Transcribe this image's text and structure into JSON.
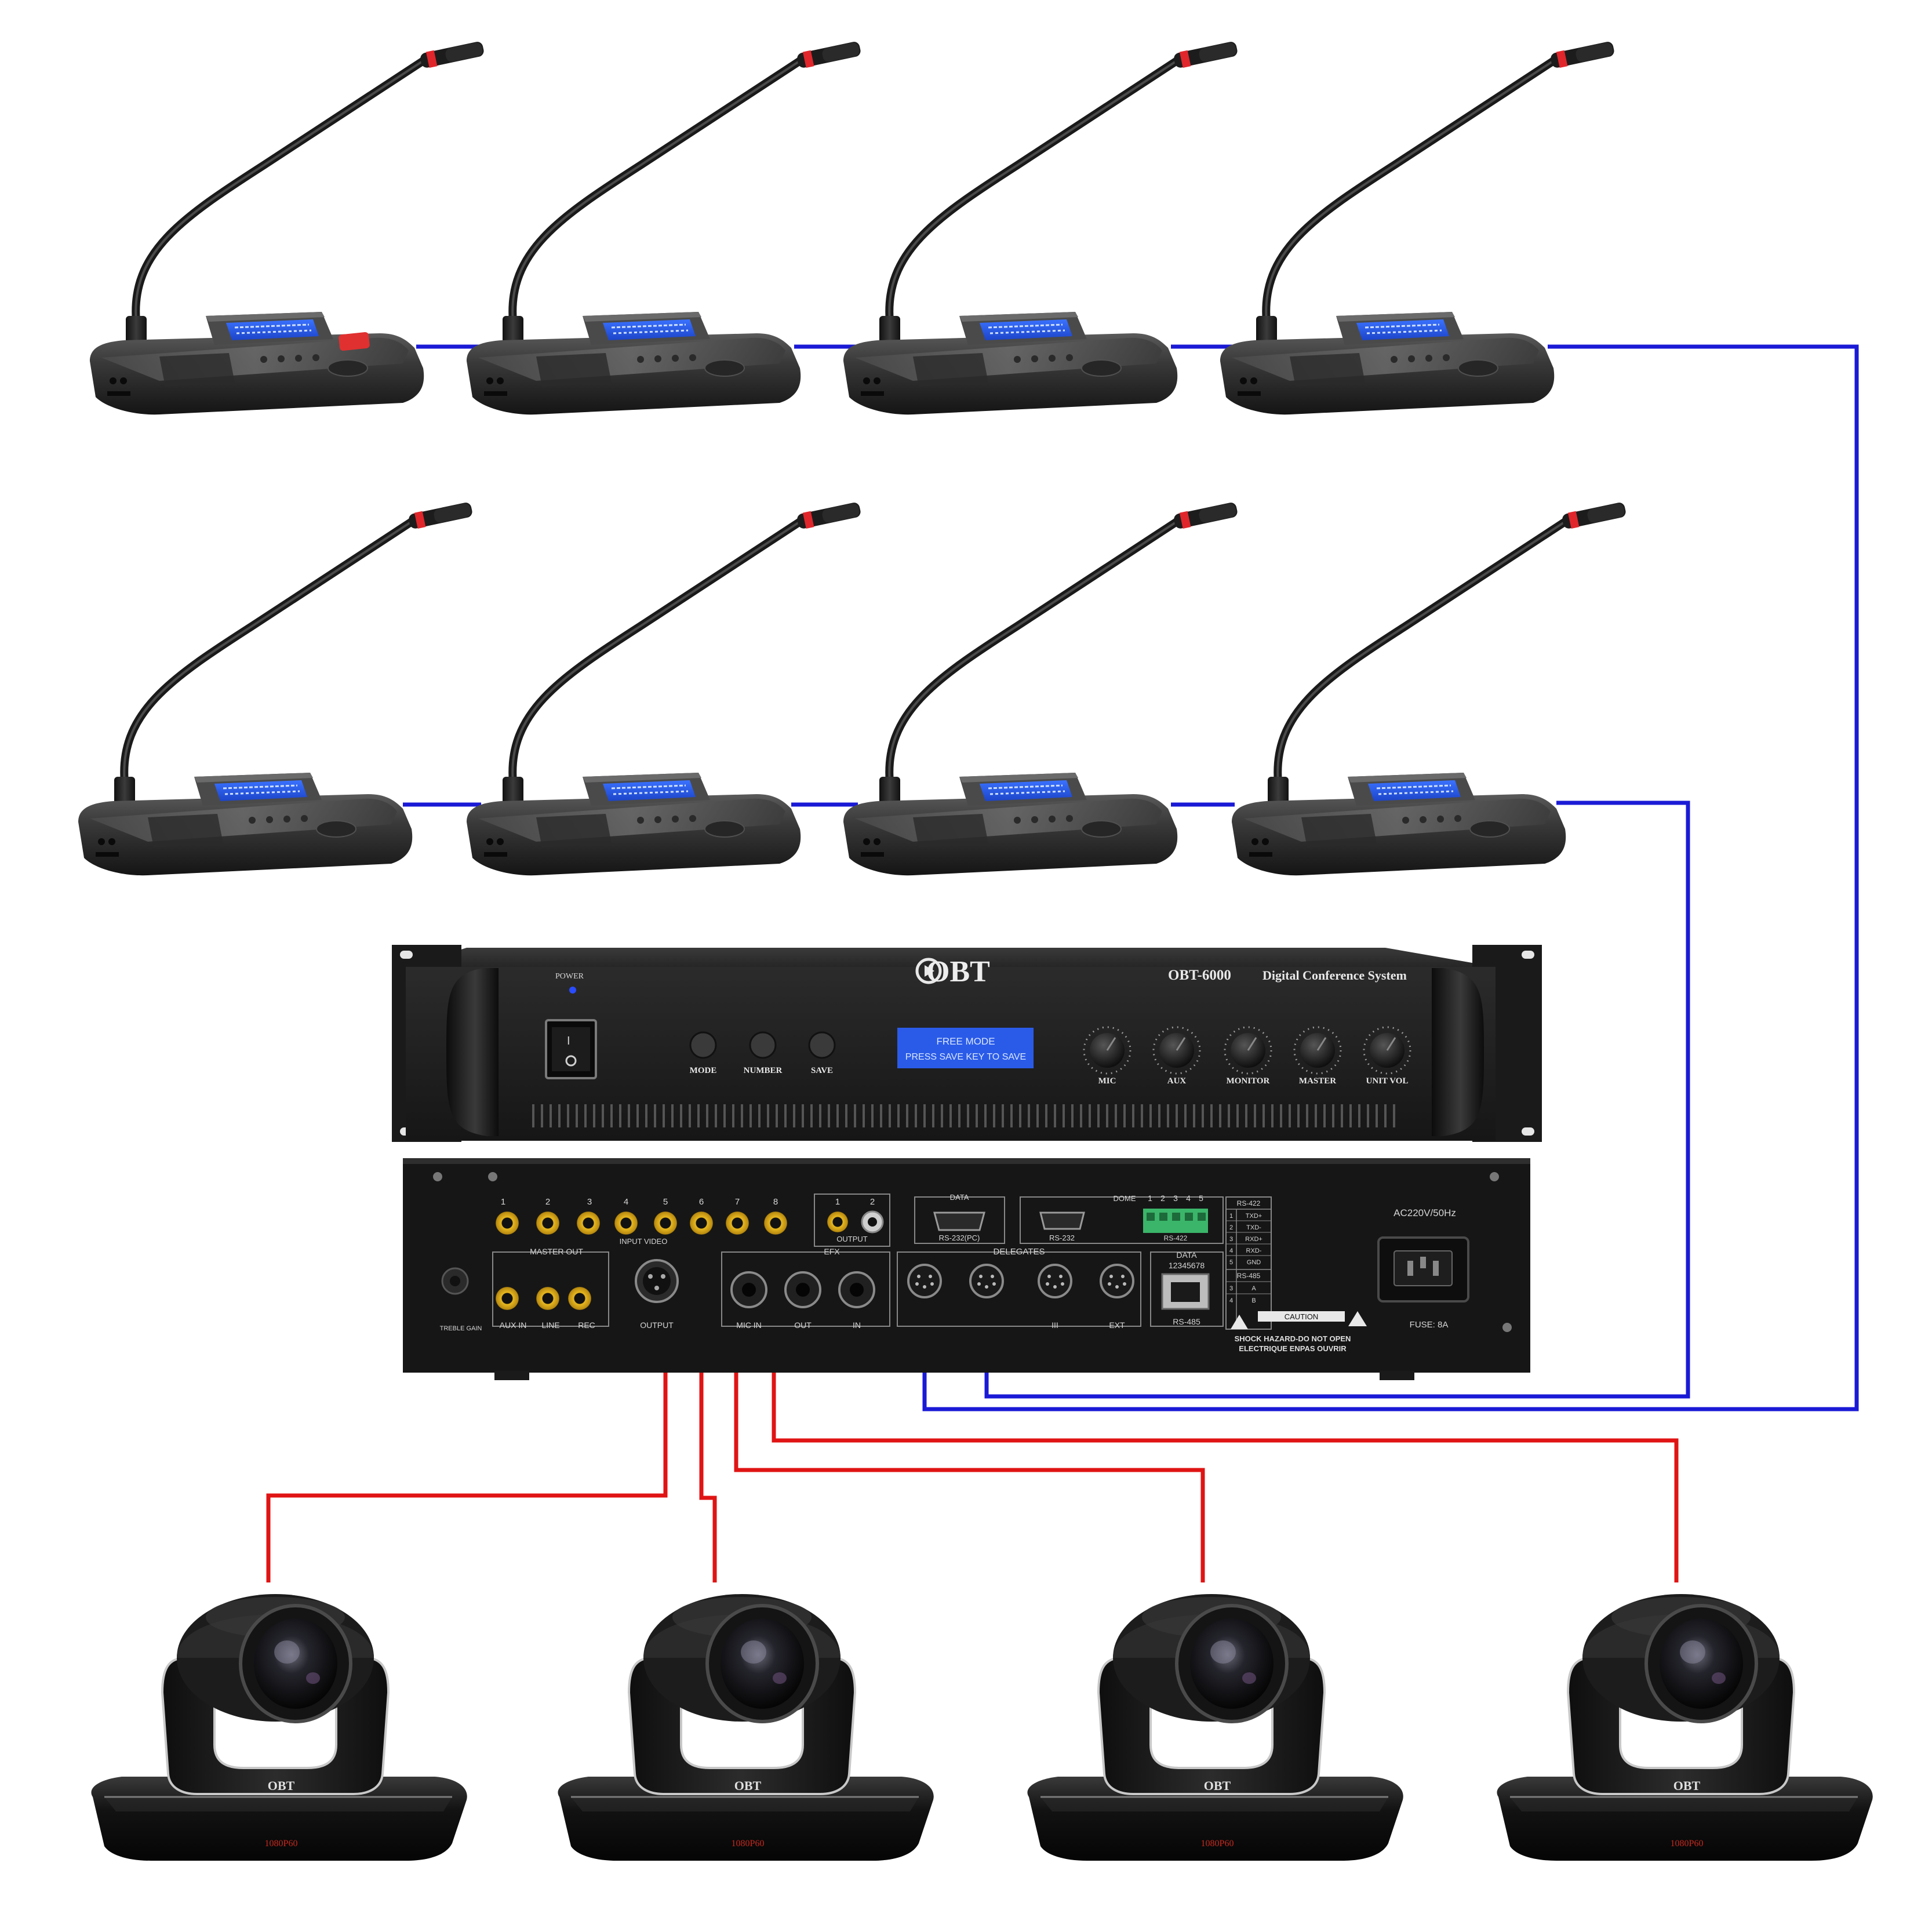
{
  "colors": {
    "background": "#ffffff",
    "delegate_cable": "#1a1ad6",
    "video_cable": "#e01414",
    "lcd": "#2a5be8",
    "lcd_text": "#d8e6ff",
    "mic_ring": "#e0262b",
    "device_dark": "#1e1e1e",
    "power_led": "#2a4cff"
  },
  "front_panel": {
    "logo": "OBT",
    "model": "OBT-6000",
    "system_name": "Digital Conference System",
    "power_label": "POWER",
    "buttons": [
      "MODE",
      "NUMBER",
      "SAVE"
    ],
    "display_line1": "FREE MODE",
    "display_line2": "PRESS SAVE KEY TO SAVE",
    "knobs": [
      "MIC",
      "AUX",
      "MONITOR",
      "MASTER",
      "UNIT VOL"
    ]
  },
  "rear_panel": {
    "video_in_numbers": [
      "1",
      "2",
      "3",
      "4",
      "5",
      "6",
      "7",
      "8"
    ],
    "input_video": "INPUT VIDEO",
    "master_out": "MASTER OUT",
    "output_video": "OUTPUT",
    "output_numbers": [
      "1",
      "2"
    ],
    "efx": "EFX",
    "aux_in": "AUX IN",
    "line": "LINE",
    "rec": "REC",
    "treble_gain": "TREBLE GAIN",
    "output": "OUTPUT",
    "mic_in": "MIC IN",
    "out": "OUT",
    "in": "IN",
    "delegates": "DELEGATES",
    "delegate_port_iii": "III",
    "delegate_port_ext": "EXT",
    "data_top": "DATA",
    "rs232pc": "RS-232(PC)",
    "rs232": "RS-232",
    "dome": "DOME",
    "dome_numbers": [
      "1",
      "2",
      "3",
      "4",
      "5"
    ],
    "rs422": "RS-422",
    "data_bottom": "DATA",
    "data_digits": "12345678",
    "rs485": "RS-485",
    "rs422_table_title": "RS-422",
    "rs422_rows": [
      [
        "1",
        "TXD+"
      ],
      [
        "2",
        "TXD-"
      ],
      [
        "3",
        "RXD+"
      ],
      [
        "4",
        "RXD-"
      ],
      [
        "5",
        "GND"
      ]
    ],
    "rs485_table_title": "RS-485",
    "rs485_rows": [
      [
        "3",
        "A"
      ],
      [
        "4",
        "B"
      ]
    ],
    "caution": "CAUTION",
    "shock_warning_1": "SHOCK HAZARD-DO NOT OPEN",
    "shock_warning_2": "ELECTRIQUE ENPAS OUVRIR",
    "ac_input": "AC220V/50Hz",
    "fuse": "FUSE: 8A"
  },
  "cameras": {
    "logo": "OBT",
    "resolution_label": "1080P60",
    "count": 4
  },
  "delegate_units": {
    "count": 8
  }
}
